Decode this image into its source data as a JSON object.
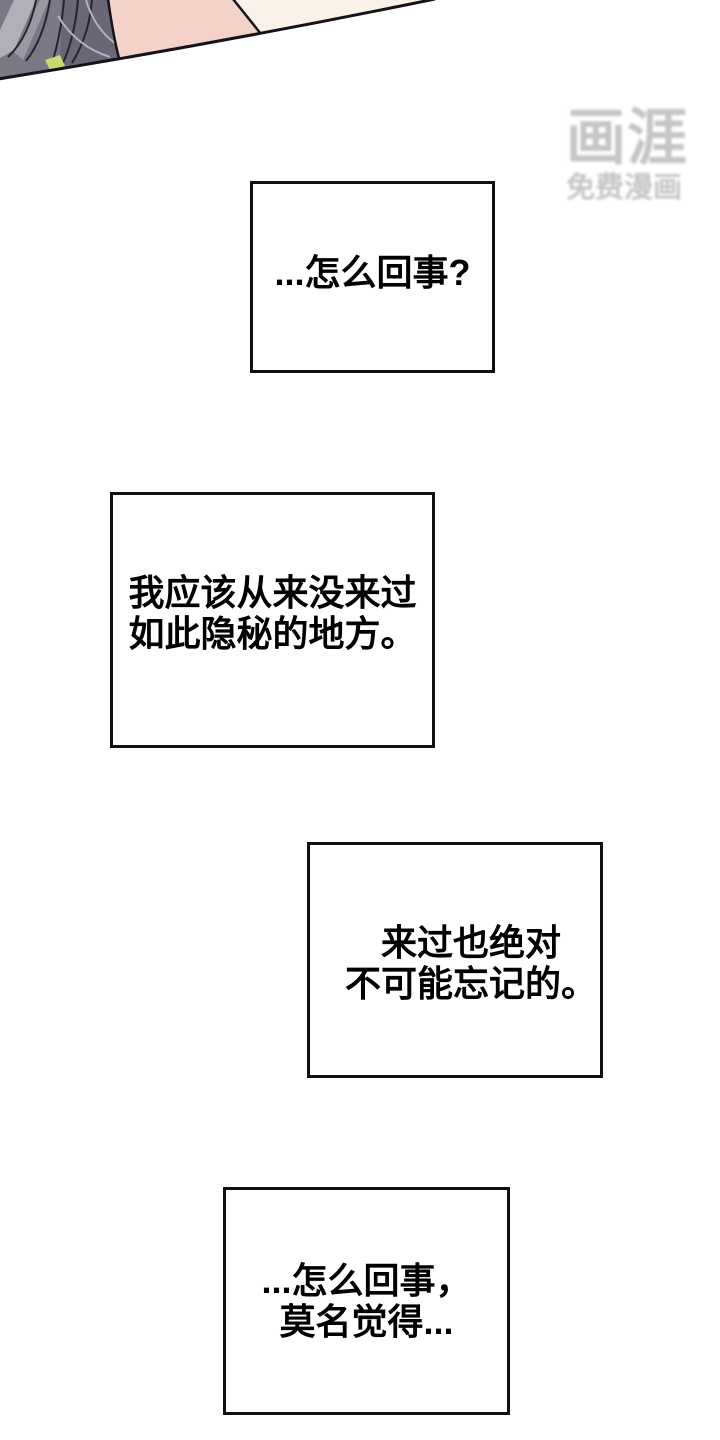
{
  "page": {
    "kind": "comic-page",
    "background": "#ffffff"
  },
  "watermark": {
    "logo": "画涯",
    "tagline": "免费漫画",
    "color": "#c5c5c5"
  },
  "panel": {
    "label": "character-hair-illustration",
    "colors": {
      "hair_base": "#7b7885",
      "hair_dark": "#696675",
      "hair_light": "#b2afb9",
      "hair_mid_light": "#9b98a4",
      "hair_sheen": "#b5b2bd",
      "accent_green": "#c9d873",
      "skin_pink": "#f5d2c9",
      "cream": "#faf2e9",
      "outline": "#15131a"
    }
  },
  "captions": [
    {
      "lines": [
        "...怎么回事?"
      ]
    },
    {
      "lines": [
        "我应该从来没来过",
        "如此隐秘的地方。"
      ]
    },
    {
      "lines": [
        "来过也绝对",
        "不可能忘记的。"
      ]
    },
    {
      "lines": [
        "...怎么回事，",
        "莫名觉得..."
      ]
    }
  ]
}
